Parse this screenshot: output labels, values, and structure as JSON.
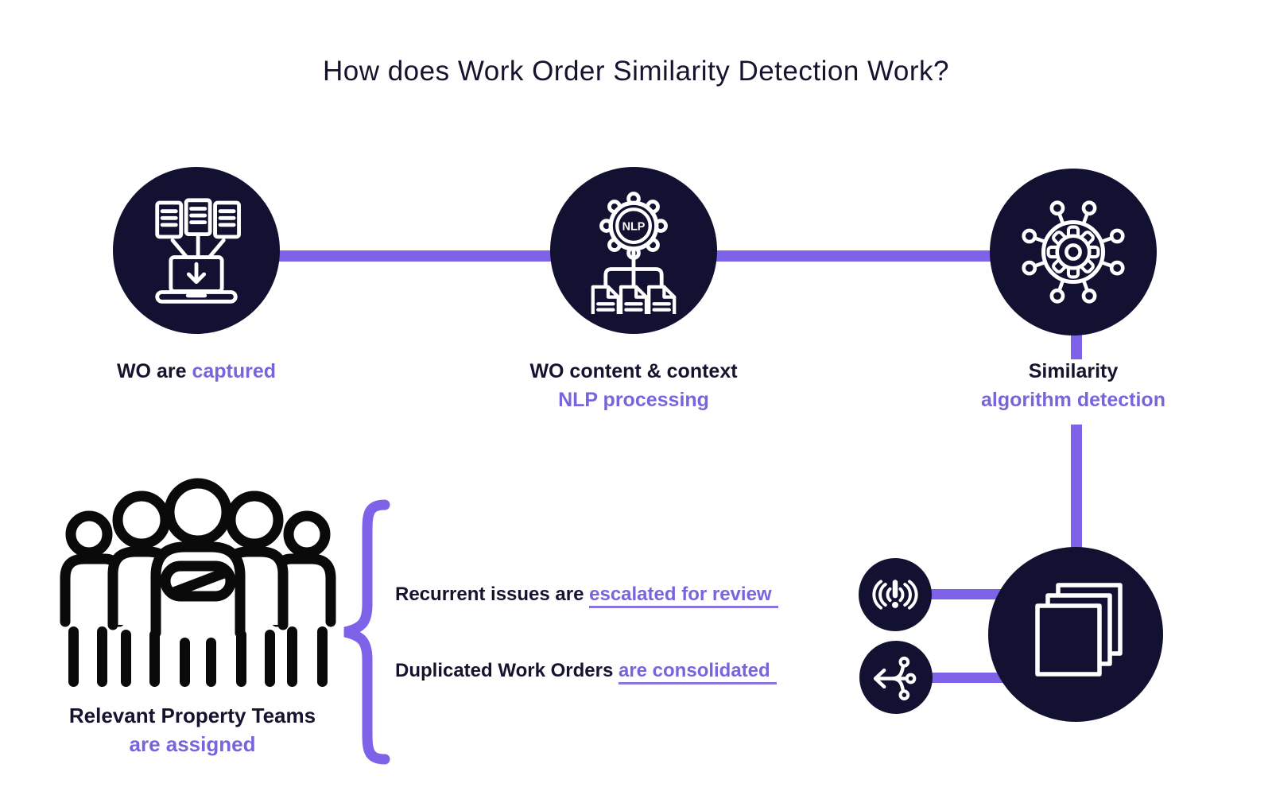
{
  "title": "How does Work Order Similarity Detection Work?",
  "steps": [
    {
      "dark": "WO are ",
      "purple": "captured",
      "icon": "documents-to-laptop-icon"
    },
    {
      "dark": "WO content & context",
      "purple": "NLP processing",
      "icon": "nlp-gear-documents-icon",
      "badge": "NLP"
    },
    {
      "dark": "Similarity",
      "purple": "algorithm detection",
      "icon": "gear-network-icon"
    }
  ],
  "outcomes": [
    {
      "dark": "Recurrent issues are ",
      "link": "escalated for review",
      "icon": "alert-broadcast-icon"
    },
    {
      "dark": "Duplicated Work Orders ",
      "link": "are consolidated",
      "icon": "merge-branches-icon"
    }
  ],
  "team": {
    "dark": "Relevant Property Teams",
    "purple": "are assigned",
    "icon": "people-group-icon"
  },
  "result": {
    "icon": "stacked-pages-icon"
  },
  "colors": {
    "navy": "#131132",
    "purple_text": "#7765db",
    "purple_line": "#7e63e8",
    "ink": "#16132f"
  }
}
